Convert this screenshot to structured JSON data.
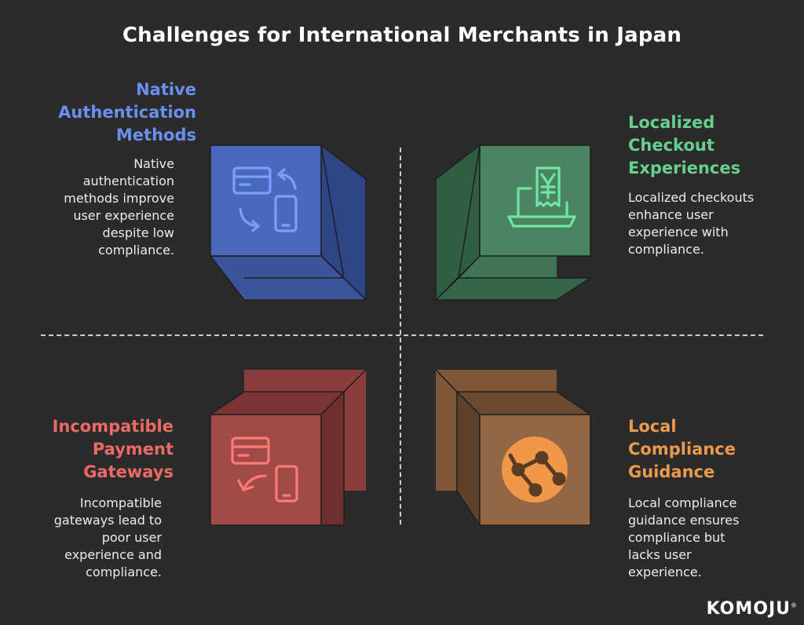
{
  "title": "Challenges for International Merchants in Japan",
  "quadrants": {
    "native_auth": {
      "heading_lines": [
        "Native",
        "Authentication",
        "Methods"
      ],
      "description_lines": [
        "Native",
        "authentication",
        "methods improve",
        "user experience",
        "despite low",
        "compliance."
      ],
      "color": "#6b8fef",
      "icon": "card-phone-swap-icon"
    },
    "localized_checkout": {
      "heading_lines": [
        "Localized",
        "Checkout",
        "Experiences"
      ],
      "description_lines": [
        "Localized checkouts",
        "enhance user",
        "experience with",
        "compliance."
      ],
      "color": "#66d08f",
      "icon": "yen-receipt-laptop-icon"
    },
    "incompatible_gateways": {
      "heading_lines": [
        "Incompatible",
        "Payment",
        "Gateways"
      ],
      "description_lines": [
        "Incompatible",
        "gateways lead to",
        "poor user",
        "experience and",
        "compliance."
      ],
      "color": "#ec6964",
      "icon": "card-phone-transfer-icon"
    },
    "local_compliance": {
      "heading_lines": [
        "Local",
        "Compliance",
        "Guidance"
      ],
      "description_lines": [
        "Local compliance",
        "guidance ensures",
        "compliance but",
        "lacks user",
        "experience."
      ],
      "color": "#eb9a4c",
      "icon": "network-globe-icon"
    }
  },
  "logo": {
    "text": "KOMOJU",
    "mark": "®"
  }
}
